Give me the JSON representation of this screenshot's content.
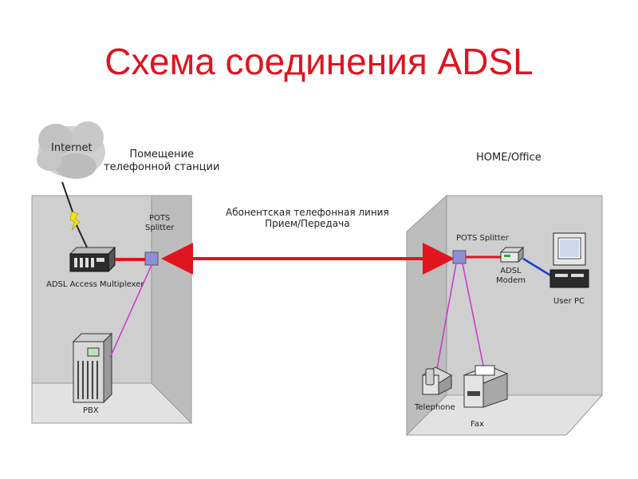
{
  "title": "Схема соединения ADSL",
  "labels": {
    "internet": "Internet",
    "station_room": "Помещение\nтелефонной станции",
    "home_office": "HOME/Office",
    "subscriber_line": "Абонентская телефонная линия\nПрием/Передача",
    "pots_splitter_left": "POTS\nSplitter",
    "adsl_access_mux": "ADSL Access Multiplexer",
    "pbx": "PBX",
    "pots_splitter_right": "POTS Splitter",
    "adsl_modem": "ADSL\nModem",
    "user_pc": "User PC",
    "telephone": "Telephone",
    "fax": "Fax"
  },
  "colors": {
    "title": "#e0141e",
    "line_red": "#e0141e",
    "line_magenta": "#cc33cc",
    "line_blue": "#1f3fcc",
    "room_wall": "#c8c8c8",
    "room_floor": "#dcdcdc",
    "splitter": "#8f8fd9"
  }
}
